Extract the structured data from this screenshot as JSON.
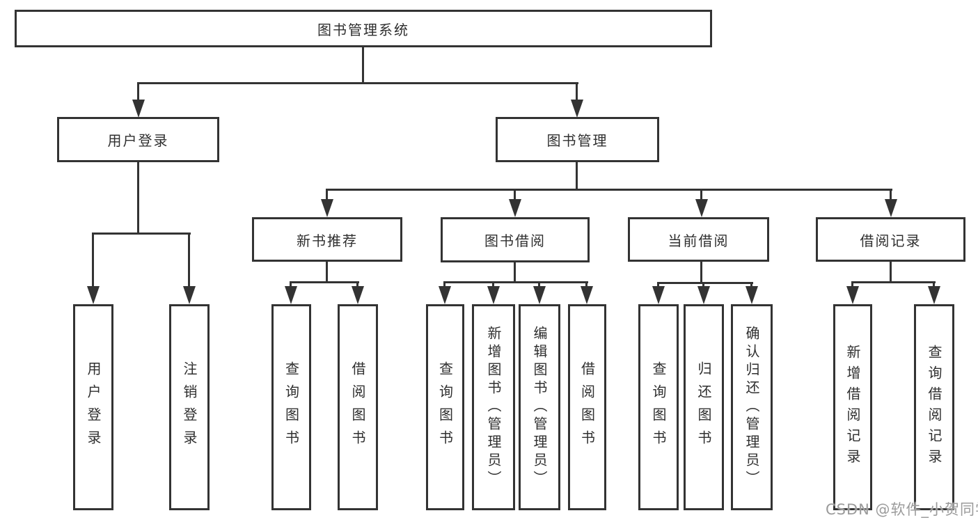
{
  "diagram": {
    "nodes": {
      "root": "图书管理系统",
      "user_login": "用户登录",
      "book_mgmt": "图书管理",
      "new_books": "新书推荐",
      "book_borrow": "图书借阅",
      "current_borrow": "当前借阅",
      "borrow_records": "借阅记录"
    },
    "leaves": {
      "user_login": [
        "用户登录",
        "注销登录"
      ],
      "new_books": [
        "查询图书",
        "借阅图书"
      ],
      "book_borrow": [
        "查询图书",
        "新增图书（管理员）",
        "编辑图书（管理员）",
        "借阅图书"
      ],
      "current_borrow": [
        "查询图书",
        "归还图书",
        "确认归还（管理员）"
      ],
      "borrow_records": [
        "新增借阅记录",
        "查询借阅记录"
      ]
    },
    "watermark": "CSDN @软件_小贺同学",
    "colors": {
      "line": "#333333",
      "text": "#2f2f2f",
      "watermark": "#9b9b9b",
      "background": "#ffffff"
    }
  }
}
